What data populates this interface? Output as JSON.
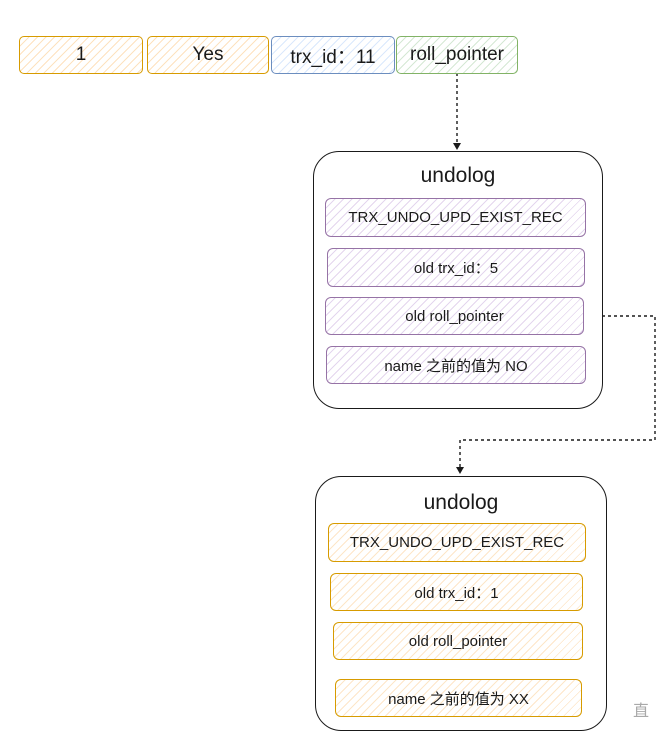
{
  "record": {
    "cells": [
      "1",
      "Yes",
      "trx_id：11",
      "roll_pointer"
    ]
  },
  "undolog_1": {
    "title": "undolog",
    "fields": [
      "TRX_UNDO_UPD_EXIST_REC",
      "old trx_id：5",
      "old roll_pointer",
      "name 之前的值为 NO"
    ]
  },
  "undolog_2": {
    "title": "undolog",
    "fields": [
      "TRX_UNDO_UPD_EXIST_REC",
      "old trx_id：1",
      "old roll_pointer",
      "name 之前的值为 XX"
    ]
  },
  "watermark": "直"
}
